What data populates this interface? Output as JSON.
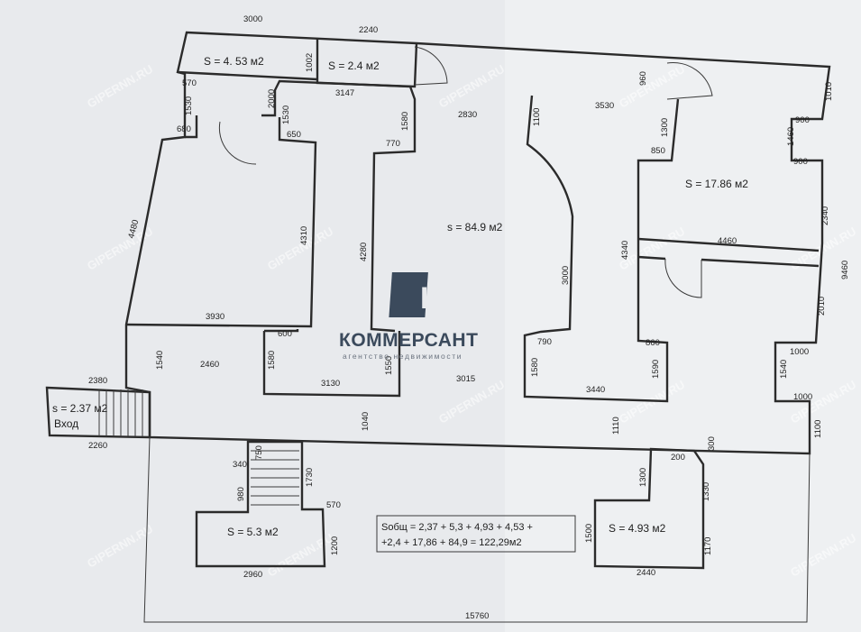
{
  "rooms": {
    "room_453": "S = 4. 53 м2",
    "room_24": "S = 2.4 м2",
    "room_849": "s = 84.9 м2",
    "room_1786": "S = 17.86 м2",
    "room_237": "s = 2.37 м2",
    "entrance": "Вход",
    "room_53": "S = 5.3 м2",
    "room_493": "S = 4.93 м2"
  },
  "total": {
    "line1": "Sобщ = 2,37 + 5,3 + 4,93 + 4,53 +",
    "line2": "+2,4 + 17,86 + 84,9 = 122,29м2"
  },
  "logo": {
    "name": "КОММЕРСАНТ",
    "subtitle": "агентство недвижимости"
  },
  "watermark": "GIPERNN.RU",
  "dimensions": {
    "d3000a": "3000",
    "d2240": "2240",
    "d960": "960",
    "d1010": "1010",
    "d570a": "570",
    "d2000": "2000",
    "d1002": "1002",
    "d3147": "3147",
    "d1530a": "1530",
    "d1530b": "1530",
    "d680": "680",
    "d650": "650",
    "d1580a": "1580",
    "d770": "770",
    "d2830": "2830",
    "d1100": "1100",
    "d3530": "3530",
    "d1300a": "1300",
    "d850": "850",
    "d900a": "900",
    "d1460": "1460",
    "d900b": "900",
    "d4480": "4480",
    "d4310": "4310",
    "d4280": "4280",
    "d3000b": "3000",
    "d4340": "4340",
    "d4460": "4460",
    "d2340": "2340",
    "d2010": "2010",
    "d9460": "9460",
    "d3930": "3930",
    "d600": "600",
    "d790": "790",
    "d860": "860",
    "d1000a": "1000",
    "d1540a": "1540",
    "d1540b": "1540",
    "d2460": "2460",
    "d1580b": "1580",
    "d3130": "3130",
    "d1550": "1550",
    "d3015": "3015",
    "d1580c": "1580",
    "d3440": "3440",
    "d1590": "1590",
    "d1000b": "1000",
    "d2380": "2380",
    "d1040": "1040",
    "d1110": "1110",
    "d1100b": "1100",
    "d2260": "2260",
    "d300": "300",
    "d200": "200",
    "d750": "750",
    "d340": "340",
    "d1730": "1730",
    "d1300b": "1300",
    "d1330": "1330",
    "d980": "980",
    "d570b": "570",
    "d1200": "1200",
    "d1500": "1500",
    "d1170": "1170",
    "d2960": "2960",
    "d2440": "2440",
    "d15760": "15760"
  }
}
